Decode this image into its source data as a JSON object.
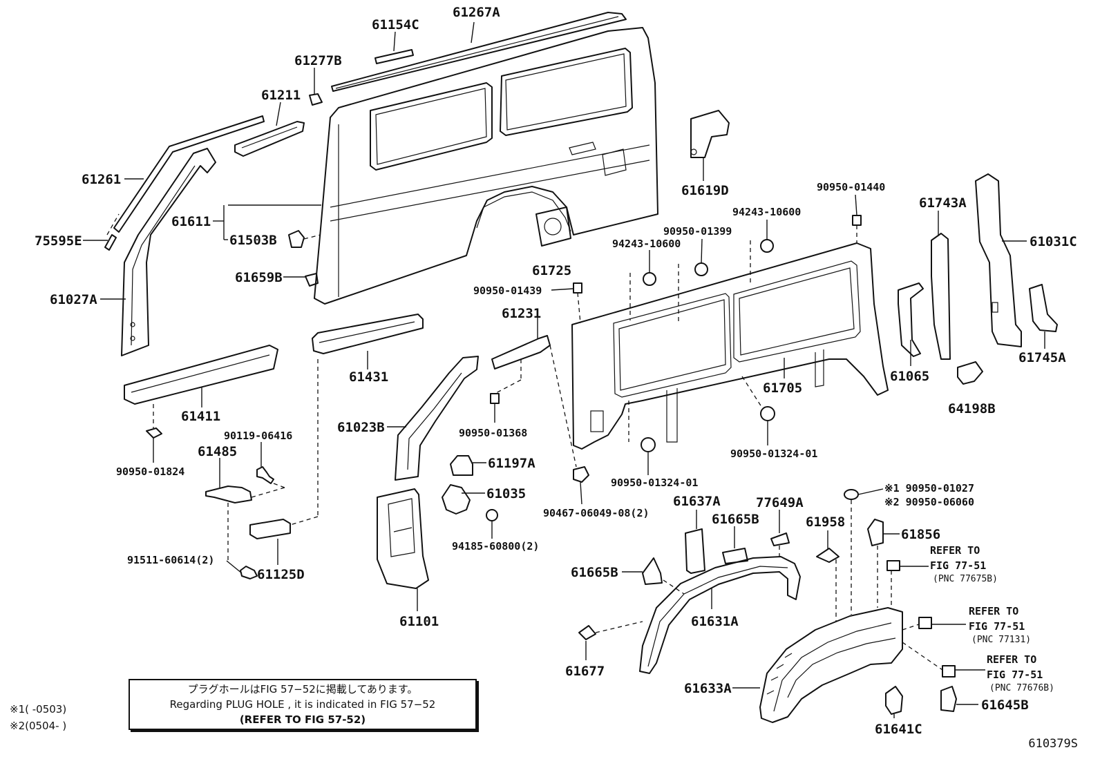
{
  "parts": {
    "p61154C": "61154C",
    "p61267A": "61267A",
    "p61277B": "61277B",
    "p61211": "61211",
    "p61261": "61261",
    "p61611": "61611",
    "p61503B": "61503B",
    "p75595E": "75595E",
    "p61659B": "61659B",
    "p61027A": "61027A",
    "p61725": "61725",
    "p61619D": "61619D",
    "p90950_01440": "90950-01440",
    "p94243_10600a": "94243-10600",
    "p94243_10600b": "94243-10600",
    "p90950_01399": "90950-01399",
    "p61743A": "61743A",
    "p61031C": "61031C",
    "p90950_01439": "90950-01439",
    "p61231": "61231",
    "p61431": "61431",
    "p61411": "61411",
    "p61023B": "61023B",
    "p61705": "61705",
    "p61065": "61065",
    "p61745A": "61745A",
    "p64198B": "64198B",
    "p90950_01368": "90950-01368",
    "p90950_01324_01a": "90950-01324-01",
    "p90950_01324_01b": "90950-01324-01",
    "p90119_06416": "90119-06416",
    "p61485": "61485",
    "p90950_01824": "90950-01824",
    "p61197A": "61197A",
    "p61035": "61035",
    "p90467_06049": "90467-06049-08(2)",
    "p94185_60800": "94185-60800(2)",
    "p91511_60614": "91511-60614(2)",
    "p61125D": "61125D",
    "p61101": "61101",
    "p90950_01027": "※1 90950-01027",
    "p90950_06060": "※2 90950-06060",
    "p61637A": "61637A",
    "p77649A": "77649A",
    "p61665Ba": "61665B",
    "p61665Bb": "61665B",
    "p61958": "61958",
    "p61856": "61856",
    "p61631A": "61631A",
    "p61677": "61677",
    "p61633A": "61633A",
    "p61641C": "61641C",
    "p61645B": "61645B"
  },
  "refers": {
    "r1_line1": "REFER TO",
    "r1_line2": "FIG 77-51",
    "r1_line3": "(PNC 77675B)",
    "r2_line1": "REFER TO",
    "r2_line2": "FIG 77-51",
    "r2_line3": "(PNC 77131)",
    "r3_line1": "REFER TO",
    "r3_line2": "FIG 77-51",
    "r3_line3": "(PNC 77676B)"
  },
  "note": {
    "line1": "プラグホールはFIG 57−52に掲載してあります。",
    "line2": "Regarding PLUG HOLE , it is indicated in FIG 57−52",
    "line3": "(REFER TO FIG 57-52)"
  },
  "legend": {
    "l1": "※1(      -0503)",
    "l2": "※2(0504-       )"
  },
  "figure_id": "610379S"
}
